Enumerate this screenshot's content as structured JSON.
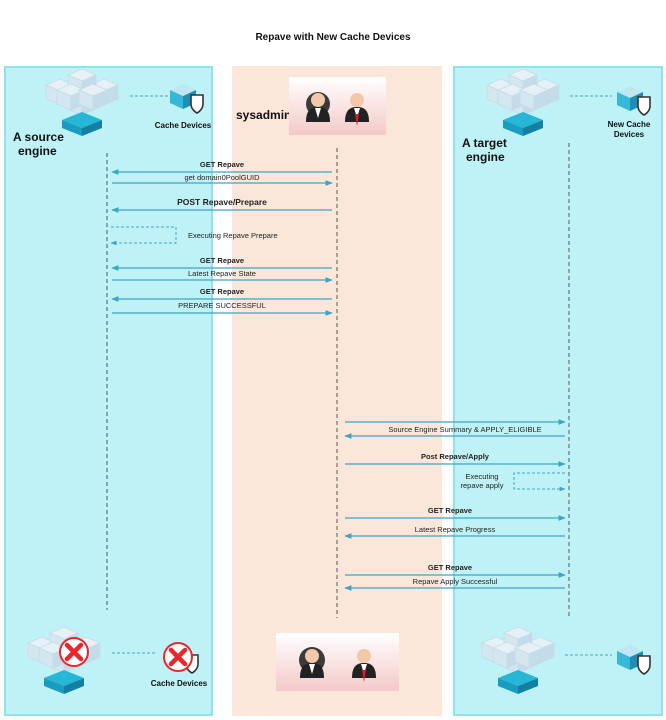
{
  "title": "Repave with New Cache Devices",
  "colors": {
    "lane_cyan": "#bff2f6",
    "lane_peach": "#fbe6da",
    "arrow": "#3fa5c6",
    "error": "#e8262b"
  },
  "lanes": {
    "source": {
      "label_line1": "A source",
      "label_line2": "engine",
      "device_label": "Cache Devices"
    },
    "sysadmin": {
      "label": "sysadmin"
    },
    "target": {
      "label_line1": "A target",
      "label_line2": "engine",
      "device_label_line1": "New Cache",
      "device_label_line2": "Devices"
    }
  },
  "messages": {
    "get_repave_1": "GET Repave",
    "get_pool_guid": "get domain0PoolGUID",
    "post_prepare": "POST  Repave/Prepare",
    "exec_prepare": "Executing Repave Prepare",
    "get_repave_2": "GET Repave",
    "latest_state": "Latest Repave State",
    "get_repave_3": "GET Repave",
    "prepare_success": "PREPARE SUCCESSFUL",
    "source_summary": "Source Engine Summary & APPLY_ELIGIBLE",
    "post_apply": "Post Repave/Apply",
    "exec_apply_line1": "Executing",
    "exec_apply_line2": "repave apply",
    "get_repave_4": "GET Repave",
    "latest_progress": "Latest Repave Progress",
    "get_repave_5": "GET Repave",
    "apply_success": "Repave Apply Successful"
  },
  "footer": {
    "source_device_label": "Cache Devices"
  },
  "icons": {
    "engine": "engine-cubes-icon",
    "cache": "cache-shield-icon",
    "people": "sysadmin-people-icon",
    "error": "red-x-icon"
  }
}
